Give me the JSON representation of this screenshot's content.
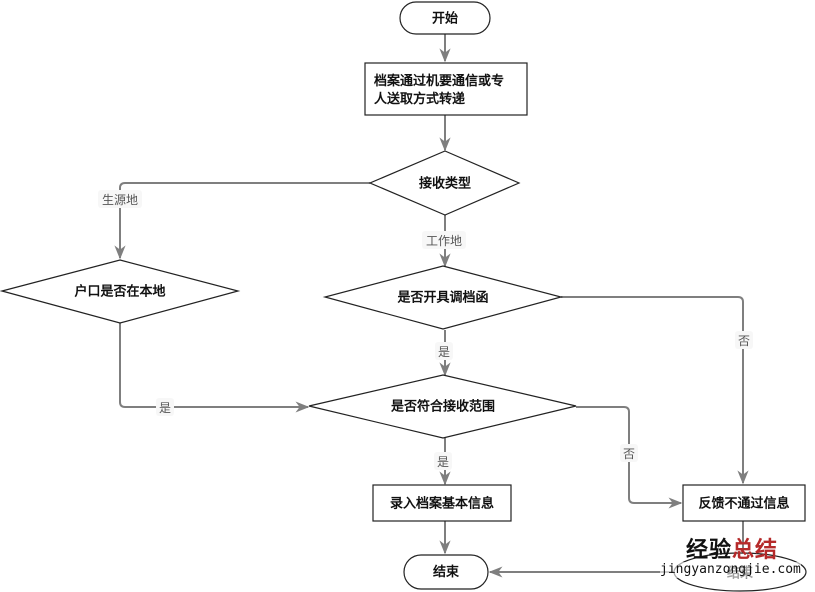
{
  "colors": {
    "edge": "#7f7f7f",
    "node_border": "#222222",
    "watermark_red": "#b52a2a"
  },
  "nodes": {
    "start": "开始",
    "transfer": [
      "档案通过机要通信或专",
      "人送取方式转递"
    ],
    "receive_type": "接收类型",
    "hukou_local": "户口是否在本地",
    "transfer_letter": "是否开具调档函",
    "within_scope": "是否符合接收范围",
    "record_info": "录入档案基本信息",
    "feedback_fail": "反馈不通过信息",
    "end": "结束",
    "end2": "结束"
  },
  "edge_labels": {
    "origin": "生源地",
    "workplace": "工作地",
    "letter_yes": "是",
    "letter_no": "否",
    "hukou_yes": "是",
    "scope_yes": "是",
    "scope_no": "否"
  },
  "watermark": {
    "cn_part1": "经验",
    "cn_part2": "总结",
    "url": "jingyanzongjie.com"
  }
}
